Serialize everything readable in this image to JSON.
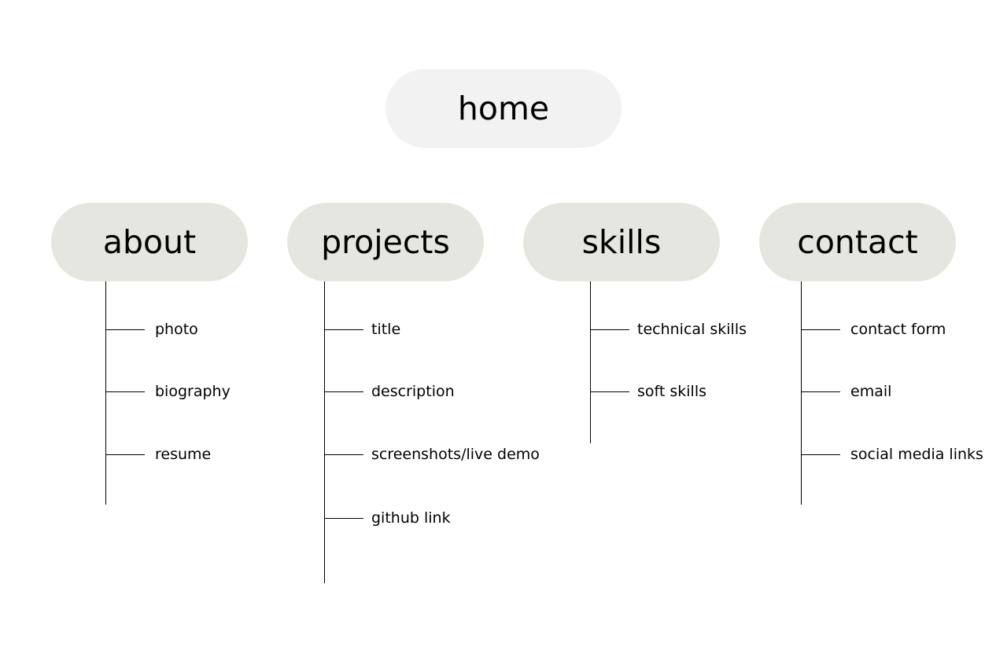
{
  "colors": {
    "home_fill": "#f2f2f2",
    "section_fill": "#e6e6e1",
    "line": "#000000",
    "text": "#000000"
  },
  "home": {
    "label": "home"
  },
  "sections": [
    {
      "label": "about",
      "items": [
        "photo",
        "biography",
        "resume"
      ]
    },
    {
      "label": "projects",
      "items": [
        "title",
        "description",
        "screenshots/live demo",
        "github link"
      ]
    },
    {
      "label": "skills",
      "items": [
        "technical skills",
        "soft skills"
      ]
    },
    {
      "label": "contact",
      "items": [
        "contact form",
        "email",
        "social media links"
      ]
    }
  ]
}
